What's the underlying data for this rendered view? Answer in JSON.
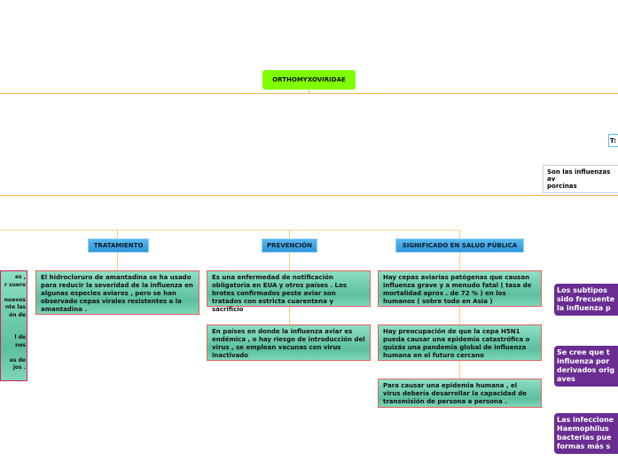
{
  "root": {
    "label": "ORTHOMYXOVIRIDAE"
  },
  "top_right": {
    "partial_label": "T:",
    "son_las": "Son las influenzas av\nporcinas"
  },
  "left_partial_box": {
    "text": "es ,\nr suero\n\nnuevos\nnte las\nón de\n\n\nl de\nnes\n\nes de\njos ."
  },
  "branches": [
    {
      "title": "TRATAMIENTO",
      "items": [
        "El hidrocloruro de amantadina se ha usado para reducir la severidad de la influenza en algunas especies aviares , pero se han observado cepas virales resistentes a la amantadina ."
      ]
    },
    {
      "title": "PREVENCIÓN",
      "items": [
        "Es una enfermedad de notificación obligatoria en EUA y otros países . Los brotes confirmados peste aviar son tratados con estricta cuarentena y sacrificio",
        "En países en donde la influenza aviar es endémica , o hay riesgo de introducción del virus , se emplean vacunas con virus inactivado"
      ]
    },
    {
      "title": "SIGNIFICADO EN SALUD PÚBLICA",
      "items": [
        "Hay cepas aviarias patógenas que causan influenza grave y a menudo fatal ( tasa de mortalidad aprox . de 72 % ) en los humanos ( sobre todo en Asia )",
        "Hay preocupación de que la cepa H5N1 pueda causar una epidemia catastrófica o quizás una pandemia global de influenza humana en el futuro cercano",
        "Para causar una epidemia humana , el virus debería desarrollar la capacidad de transmisión de persona a persona ."
      ]
    }
  ],
  "purple": [
    "Los subtipos\nsido frecuente\nla influenza p",
    "Se cree que t\ninfluenza por\nderivados orig\naves",
    "Las infeccione\nHaemophilus\nbacterias pue\nformas más s"
  ],
  "colors": {
    "root": "#80ff00",
    "connector": "#ffb347",
    "header": "#3aa3e3",
    "box": "#6fcfb0",
    "box_border": "#e8605a",
    "purple": "#6a2d91"
  }
}
